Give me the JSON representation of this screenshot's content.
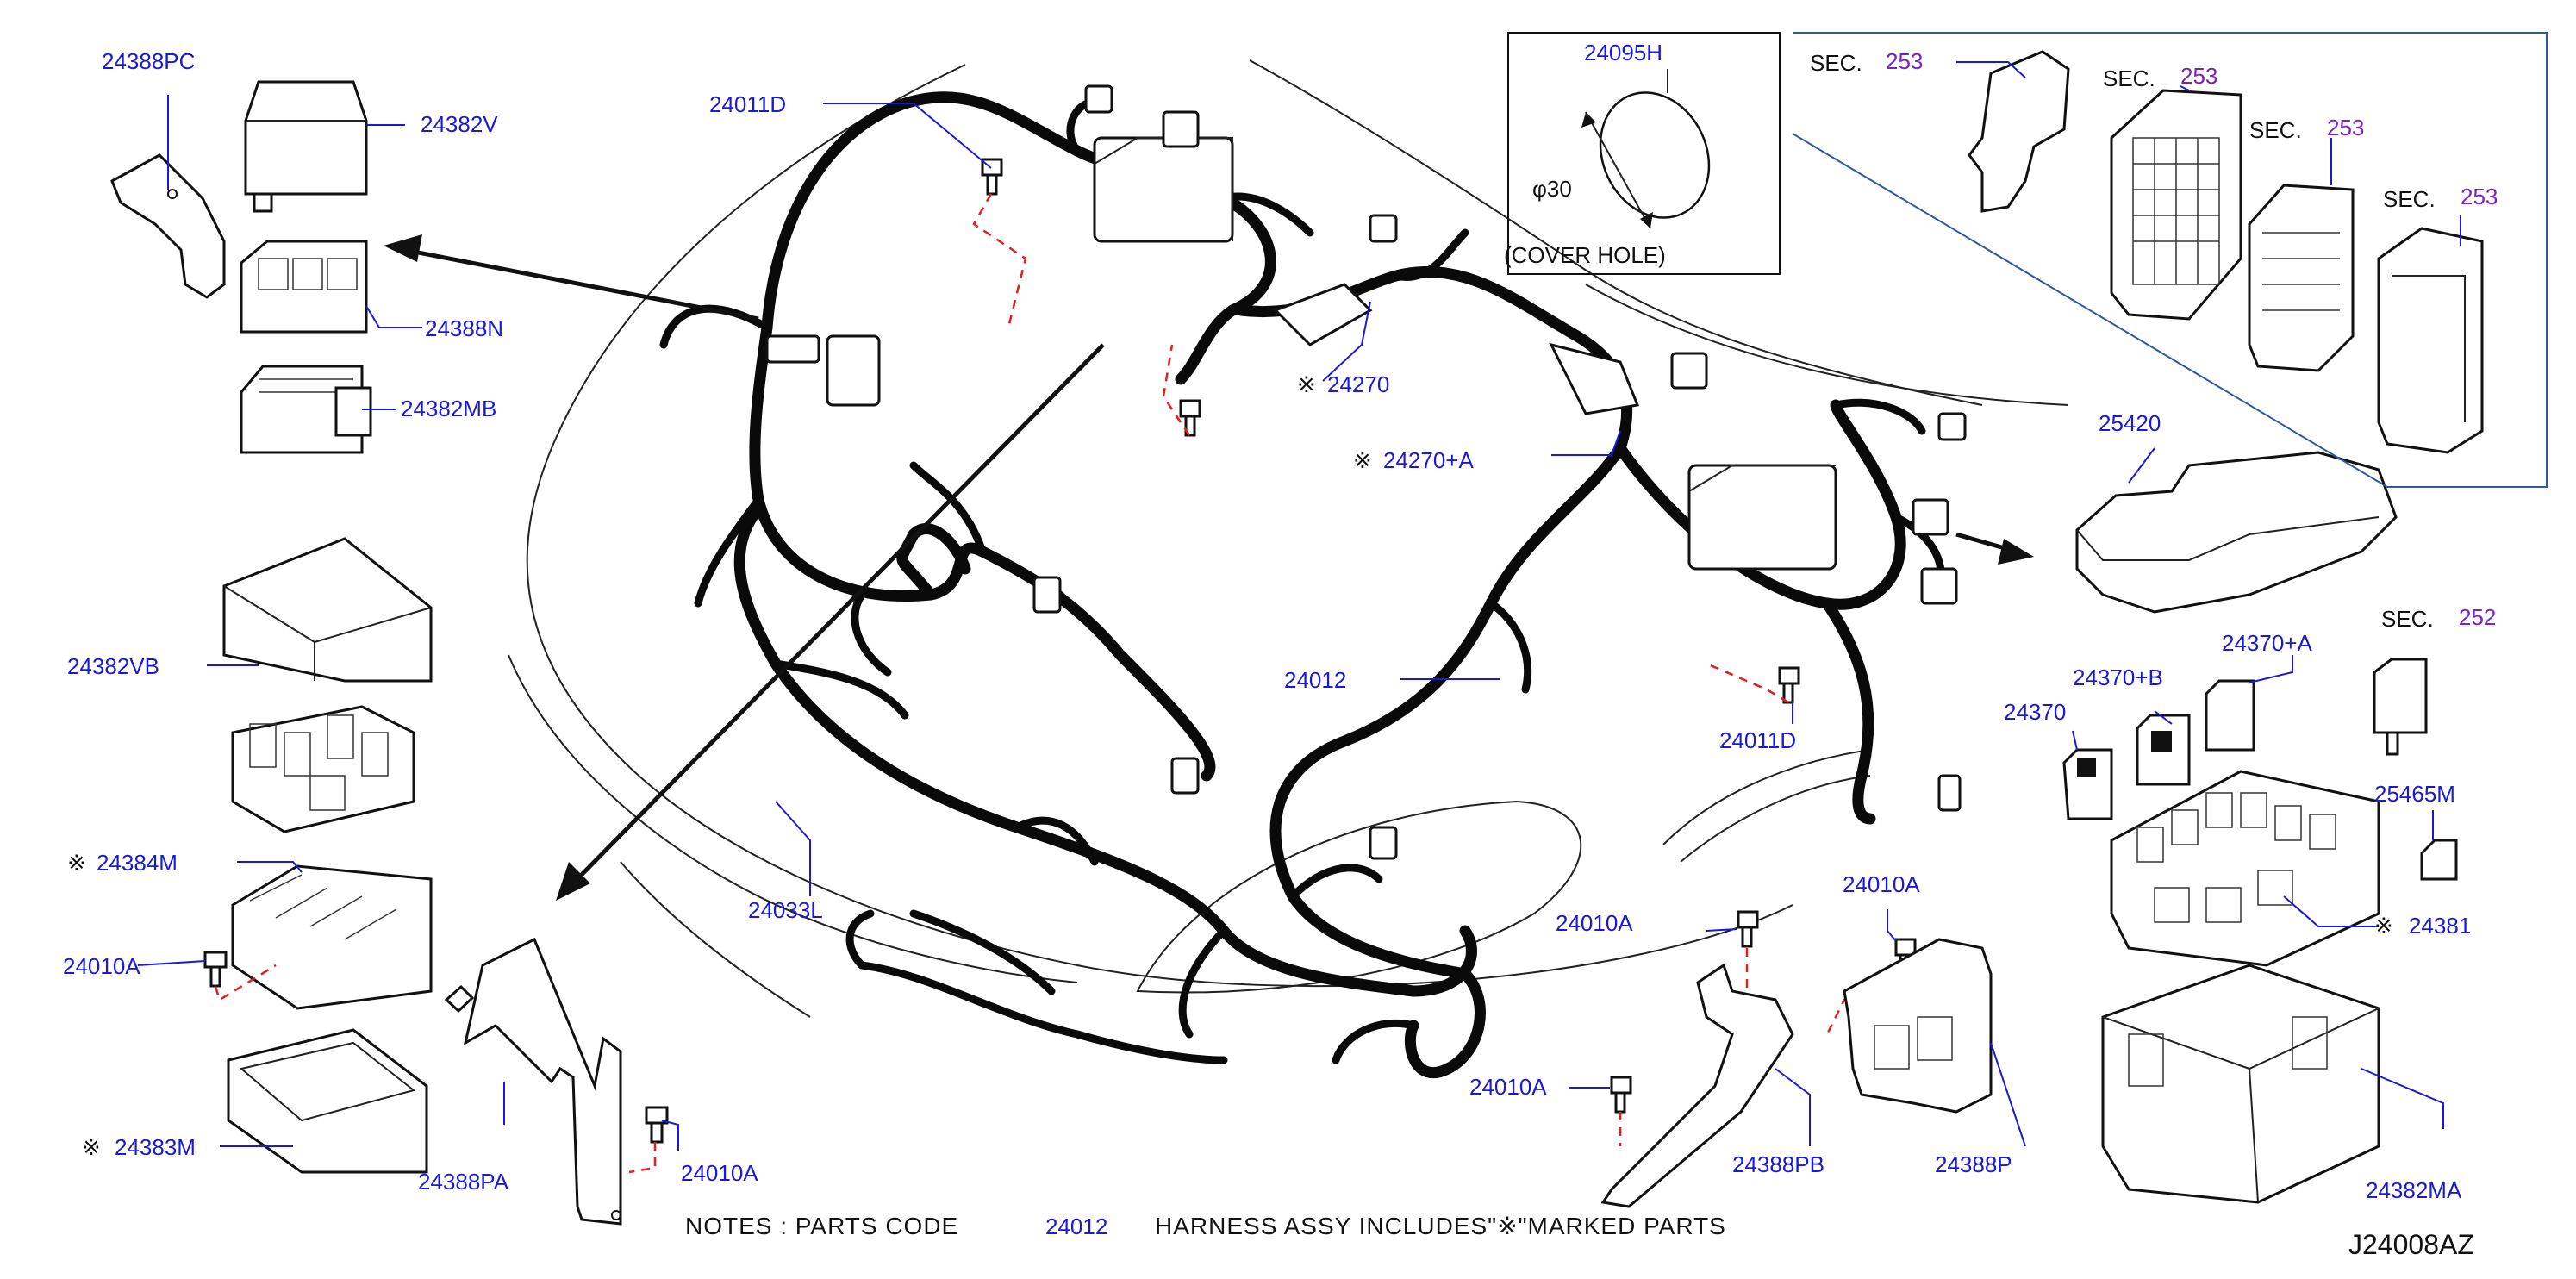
{
  "labels": {
    "l_24388PC": "24388PC",
    "l_24382V": "24382V",
    "l_24388N": "24388N",
    "l_24382MB": "24382MB",
    "l_24382VB": "24382VB",
    "l_24384M": "24384M",
    "l_24010A_left": "24010A",
    "l_24383M": "24383M",
    "l_24388PA": "24388PA",
    "l_24010A_bottom": "24010A",
    "l_24011D_top": "24011D",
    "l_24033L": "24033L",
    "l_24270": "24270",
    "l_24270A": "24270+A",
    "l_24012": "24012",
    "l_24011D_mid": "24011D",
    "l_24095H": "24095H",
    "l_24010A_center": "24010A",
    "l_24010A_lower": "24010A",
    "l_24388PB": "24388PB",
    "l_24010A_right": "24010A",
    "l_24388P": "24388P",
    "l_25420": "25420",
    "l_24370A": "24370+A",
    "l_24370B": "24370+B",
    "l_24370": "24370",
    "l_25465M": "25465M",
    "l_24381": "24381",
    "l_24382MA": "24382MA"
  },
  "marks": {
    "kome": "※"
  },
  "inset": {
    "phi": "φ30",
    "cover_hole": "(COVER    HOLE)"
  },
  "sections": {
    "sec_word": "SEC.",
    "s1": "253",
    "s2": "253",
    "s3": "253",
    "s4": "253",
    "s5": "252"
  },
  "notes": {
    "prefix": "NOTES  :  PARTS   CODE",
    "code": "24012",
    "suffix": "HARNESS   ASSY   INCLUDES\"※\"MARKED   PARTS"
  },
  "diagram_code": "J24008AZ",
  "colors": {
    "part_number": "#1a1ad6",
    "section_number": "#7a22c8",
    "leader_dash": "#e02020"
  }
}
